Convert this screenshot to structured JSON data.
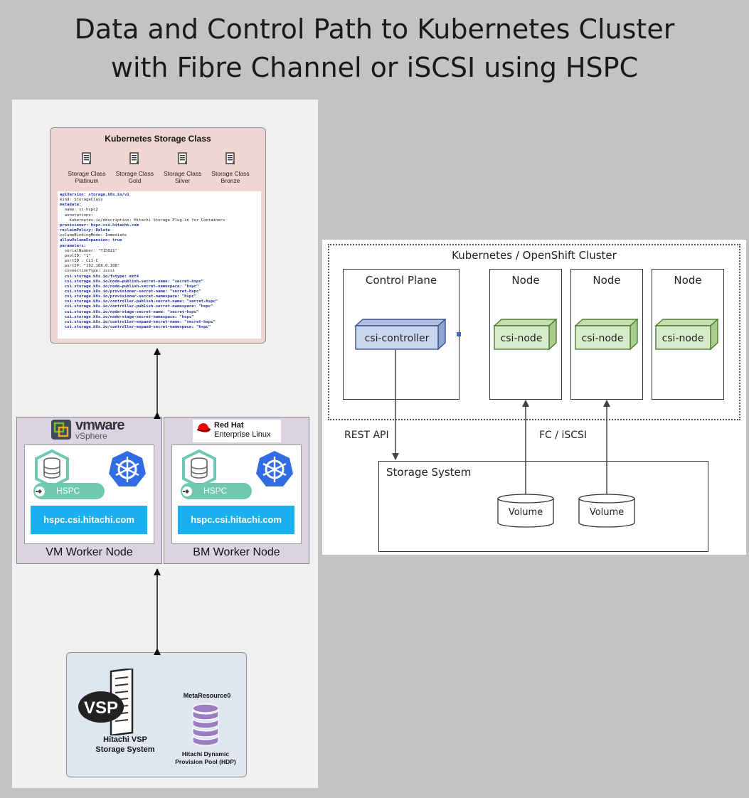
{
  "title_lines": [
    "Data and Control Path to Kubernetes Cluster",
    "with Fibre Channel or iSCSI using HSPC"
  ],
  "storage_class": {
    "title": "Kubernetes Storage Class",
    "classes": [
      {
        "line1": "Storage Class",
        "line2": "Platinum"
      },
      {
        "line1": "Storage Class",
        "line2": "Gold"
      },
      {
        "line1": "Storage Class",
        "line2": "Silver"
      },
      {
        "line1": "Storage Class",
        "line2": "Bronze"
      }
    ],
    "yaml": [
      {
        "text": "apiVersion: storage.k8s.io/v1",
        "key": true
      },
      {
        "text": "kind: StorageClass",
        "key": false
      },
      {
        "text": "metadata:",
        "key": true
      },
      {
        "text": "  name: sc-hspc2",
        "key": false
      },
      {
        "text": "  annotations:",
        "key": false
      },
      {
        "text": "    kubernetes.io/description: Hitachi Storage Plug-in for Containers",
        "key": false
      },
      {
        "text": "provisioner: hspc.csi.hitachi.com",
        "key": true
      },
      {
        "text": "reclaimPolicy: Delete",
        "key": true
      },
      {
        "text": "volumeBindingMode: Immediate",
        "key": false
      },
      {
        "text": "allowVolumeExpansion: true",
        "key": true
      },
      {
        "text": "parameters:",
        "key": true
      },
      {
        "text": "  serialNumber: \"715021\"",
        "key": false
      },
      {
        "text": "  poolID: \"1\"",
        "key": false
      },
      {
        "text": "  portID : CL1-C",
        "key": false
      },
      {
        "text": "  portIP: \"192.168.0.108\"",
        "key": false
      },
      {
        "text": "  connectionType: iscsi",
        "key": false
      },
      {
        "text": "  csi.storage.k8s.io/fstype: ext4",
        "key": true
      },
      {
        "text": "  csi.storage.k8s.io/node-publish-secret-name: \"secret-hspc\"",
        "key": true
      },
      {
        "text": "  csi.storage.k8s.io/node-publish-secret-namespace: \"hspc\"",
        "key": true
      },
      {
        "text": "  csi.storage.k8s.io/provisioner-secret-name: \"secret-hspc\"",
        "key": true
      },
      {
        "text": "  csi.storage.k8s.io/provisioner-secret-namespace: \"hspc\"",
        "key": true
      },
      {
        "text": "  csi.storage.k8s.io/controller-publish-secret-name: \"secret-hspc\"",
        "key": true
      },
      {
        "text": "  csi.storage.k8s.io/controller-publish-secret-namespace: \"hspc\"",
        "key": true
      },
      {
        "text": "  csi.storage.k8s.io/node-stage-secret-name: \"secret-hspc\"",
        "key": true
      },
      {
        "text": "  csi.storage.k8s.io/node-stage-secret-namespace: \"hspc\"",
        "key": true
      },
      {
        "text": "  csi.storage.k8s.io/controller-expand-secret-name: \"secret-hspc\"",
        "key": true
      },
      {
        "text": "  csi.storage.k8s.io/controller-expand-secret-namespace: \"hspc\"",
        "key": true
      }
    ]
  },
  "vm_worker": {
    "logo_brand": "vmware",
    "logo_product": "vSphere",
    "hspc_label": "HSPC",
    "driver": "hspc.csi.hitachi.com",
    "label": "VM Worker Node"
  },
  "bm_worker": {
    "logo_line1": "Red Hat",
    "logo_line2": "Enterprise Linux",
    "hspc_label": "HSPC",
    "driver": "hspc.csi.hitachi.com",
    "label": "BM Worker Node"
  },
  "vsp": {
    "badge": "VSP",
    "label_line1": "Hitachi VSP",
    "label_line2": "Storage System",
    "meta_label": "MetaResource0",
    "pool_line1": "Hitachi Dynamic",
    "pool_line2": "Provision Pool (HDP)"
  },
  "cluster": {
    "title": "Kubernetes / OpenShift Cluster",
    "control_plane": "Control Plane",
    "controller": "csi-controller",
    "nodes": [
      {
        "title": "Node",
        "pod": "csi-node"
      },
      {
        "title": "Node",
        "pod": "csi-node"
      },
      {
        "title": "Node",
        "pod": "csi-node"
      }
    ],
    "storage_system": "Storage System",
    "volumes": [
      "Volume",
      "Volume"
    ],
    "rest_api_label": "REST API",
    "fc_label": "FC / iSCSI"
  },
  "colors": {
    "background": "#c3c3c3",
    "storage_class_box": "#efd6d3",
    "worker_box": "#dcd3e2",
    "driver_bar": "#1ab0ef",
    "hspc_pill": "#6ec9b0",
    "controller_cube": "#c9d7ee",
    "node_cube": "#d9ecc9",
    "kubernetes_icon": "#326ce5",
    "redhat": "#ee0000"
  }
}
